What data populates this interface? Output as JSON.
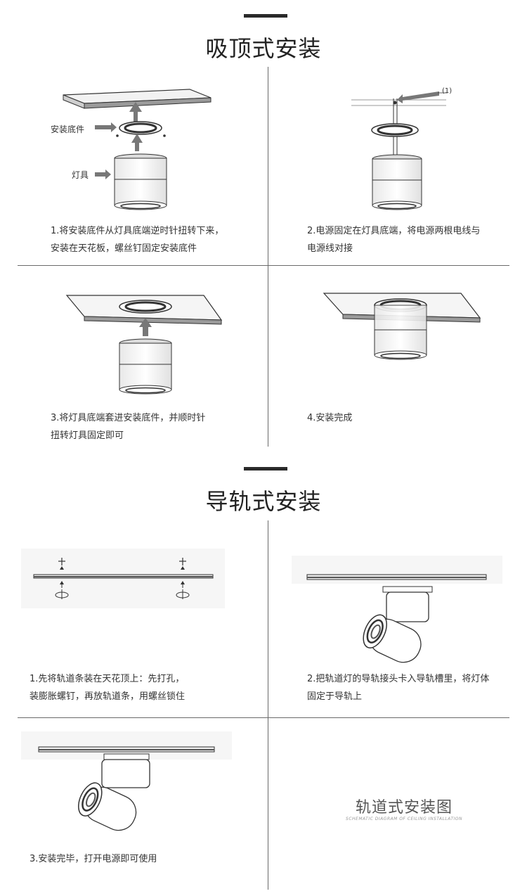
{
  "section1": {
    "title": "吸顶式安装",
    "steps": [
      {
        "line1": "1.将安装底件从灯具底端逆时针扭转下来，",
        "line2": "安装在天花板，螺丝钉固定安装底件"
      },
      {
        "line1": "2.电源固定在灯具底端，将电源两根电线与",
        "line2": "电源线对接"
      },
      {
        "line1": "3.将灯具底端套进安装底件，并顺时针",
        "line2": "扭转灯具固定即可"
      },
      {
        "line1": "4.安装完成",
        "line2": ""
      }
    ],
    "annotations": {
      "base": "安装底件",
      "lamp": "灯具",
      "callout": "(1)"
    }
  },
  "section2": {
    "title": "导轨式安装",
    "steps": [
      {
        "line1": "1.先将轨道条装在天花顶上：先打孔，",
        "line2": "装膨胀螺钉，再放轨道条，用螺丝锁住"
      },
      {
        "line1": "2.把轨道灯的导轨接头卡入导轨槽里，将灯体",
        "line2": "固定于导轨上"
      },
      {
        "line1": "3.安装完毕，打开电源即可使用",
        "line2": ""
      }
    ],
    "stamp": {
      "title": "轨道式安装图",
      "subtitle": "SCHEMATIC DIAGRAM OF CEILING INSTALLATION"
    }
  }
}
